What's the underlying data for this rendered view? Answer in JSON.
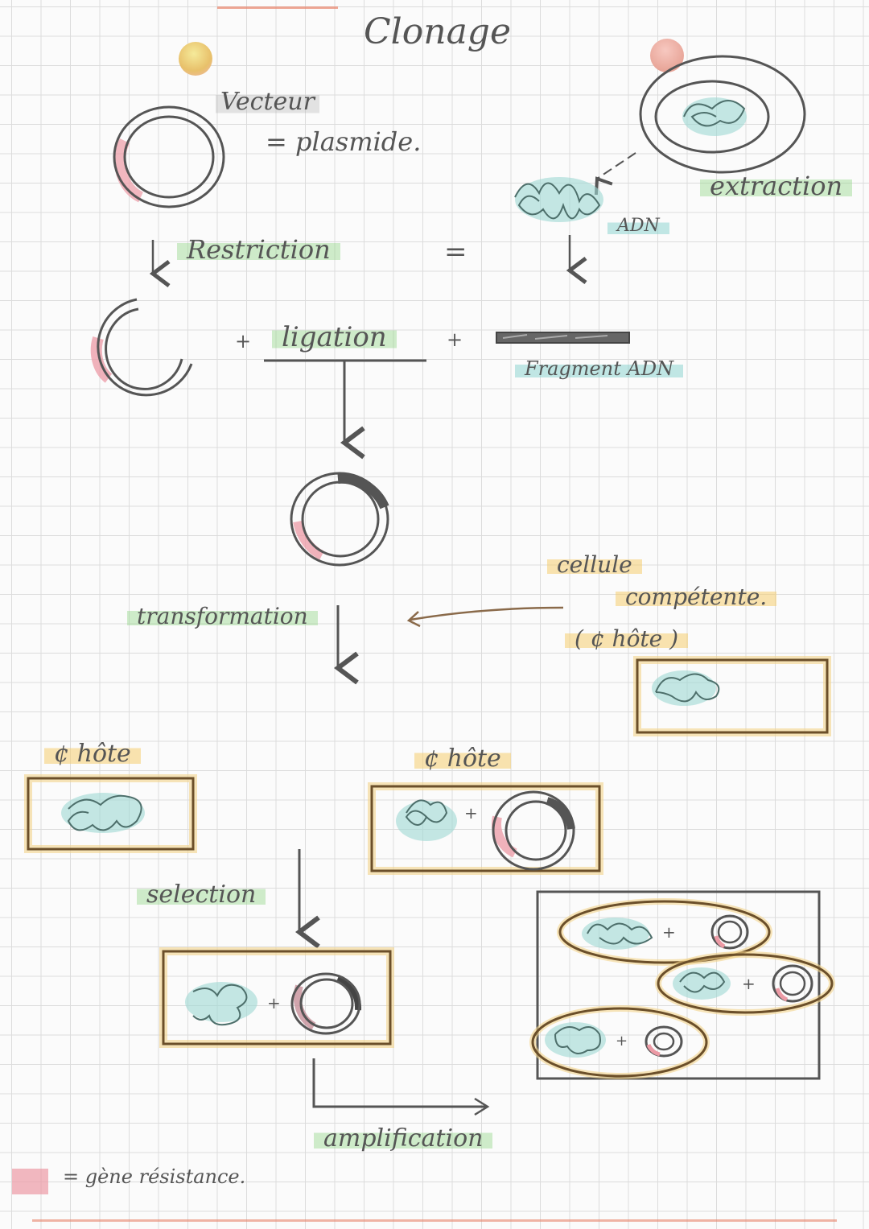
{
  "title": "Clonage",
  "colors": {
    "grid": "#dcdcdc",
    "ink": "#4a4a4a",
    "resistance_gene": "#e8a0a8",
    "dna_blue": "#7fd0cc",
    "highlight_green": "#a6dc9a",
    "highlight_yellow": "#f5cd6e",
    "host_box": "#6b4f2a",
    "page_border": "#e8836a"
  },
  "labels": {
    "vector": "Vecteur",
    "plasmid": "= plasmide.",
    "extraction": "extraction",
    "dna": "ADN",
    "restriction": "Restriction",
    "equals": "=",
    "plus_left": "+",
    "ligation": "ligation",
    "plus_right": "+",
    "dna_fragment": "Fragment ADN",
    "competent_cell_line1": "cellule",
    "competent_cell_line2": "compétente.",
    "host_cell_paren": "( ¢ hôte )",
    "transformation": "transformation",
    "host_left": "¢ hôte",
    "host_middle": "¢ hôte",
    "plus_host": "+",
    "selection": "selection",
    "plus_selected": "+",
    "amplification": "amplification",
    "plus_colony_1": "+",
    "plus_colony_2": "+",
    "plus_colony_3": "+"
  },
  "legend": {
    "swatch_meaning": "= gène résistance."
  }
}
